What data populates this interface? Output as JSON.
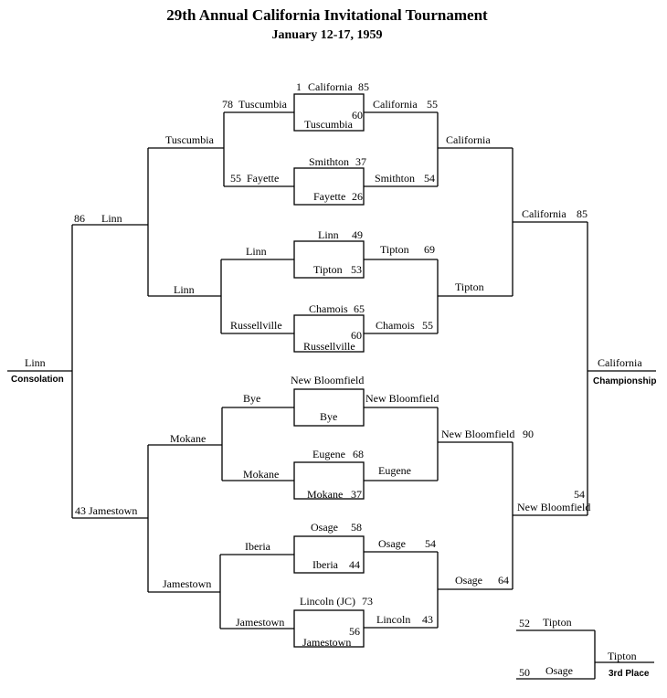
{
  "title": "29th Annual California Invitational Tournament",
  "subtitle": "January 12-17, 1959",
  "labels": {
    "consolation": "Consolation",
    "championship": "Championship",
    "third_place": "3rd Place"
  },
  "first_round": [
    {
      "top_seed": "1",
      "top": "California",
      "top_score": "85",
      "bottom": "Tuscumbia",
      "bottom_score": "60"
    },
    {
      "top": "Smithton",
      "top_score": "37",
      "bottom": "Fayette",
      "bottom_score": "26"
    },
    {
      "top": "Linn",
      "top_score": "49",
      "bottom": "Tipton",
      "bottom_score": "53"
    },
    {
      "top": "Chamois",
      "top_score": "65",
      "bottom": "Russellville",
      "bottom_score": "60"
    },
    {
      "top": "New Bloomfield",
      "top_score": "",
      "bottom": "Bye",
      "bottom_score": ""
    },
    {
      "top": "Eugene",
      "top_score": "68",
      "bottom": "Mokane",
      "bottom_score": "37"
    },
    {
      "top": "Osage",
      "top_score": "58",
      "bottom": "Iberia",
      "bottom_score": "44"
    },
    {
      "top": "Lincoln (JC)",
      "top_score": "73",
      "bottom": "Jamestown",
      "bottom_score": "56"
    }
  ],
  "winners_r2": [
    {
      "team": "California",
      "score": "55"
    },
    {
      "team": "Smithton",
      "score": "54"
    },
    {
      "team": "Tipton",
      "score": "69"
    },
    {
      "team": "Chamois",
      "score": "55"
    },
    {
      "team": "New Bloomfield",
      "score": ""
    },
    {
      "team": "Eugene",
      "score": ""
    },
    {
      "team": "Osage",
      "score": "54"
    },
    {
      "team": "Lincoln",
      "score": "43"
    }
  ],
  "winners_r3": [
    {
      "team": "California",
      "score": ""
    },
    {
      "team": "Tipton",
      "score": ""
    },
    {
      "team": "New Bloomfield",
      "score": "90"
    },
    {
      "team": "Osage",
      "score": "64"
    }
  ],
  "winners_r4": [
    {
      "team": "California",
      "score": "85"
    },
    {
      "team": "New Bloomfield",
      "score": "54"
    }
  ],
  "champion": "California",
  "losers_r1": [
    {
      "team": "Tuscumbia",
      "score": "78"
    },
    {
      "team": "Fayette",
      "score": "55"
    },
    {
      "team": "Linn",
      "score": ""
    },
    {
      "team": "Russellville",
      "score": ""
    },
    {
      "team": "Bye",
      "score": ""
    },
    {
      "team": "Mokane",
      "score": ""
    },
    {
      "team": "Iberia",
      "score": ""
    },
    {
      "team": "Jamestown",
      "score": ""
    }
  ],
  "losers_r2": [
    {
      "team": "Tuscumbia",
      "score": ""
    },
    {
      "team": "Linn",
      "score": ""
    },
    {
      "team": "Mokane",
      "score": ""
    },
    {
      "team": "Jamestown",
      "score": ""
    }
  ],
  "losers_r3": [
    {
      "team": "Linn",
      "score": "86"
    },
    {
      "team": "Jamestown",
      "score": "43"
    }
  ],
  "consolation_winner": "Linn",
  "third_place_game": [
    {
      "team": "Tipton",
      "score": "52"
    },
    {
      "team": "Osage",
      "score": "50"
    }
  ],
  "third_place_winner": "Tipton"
}
